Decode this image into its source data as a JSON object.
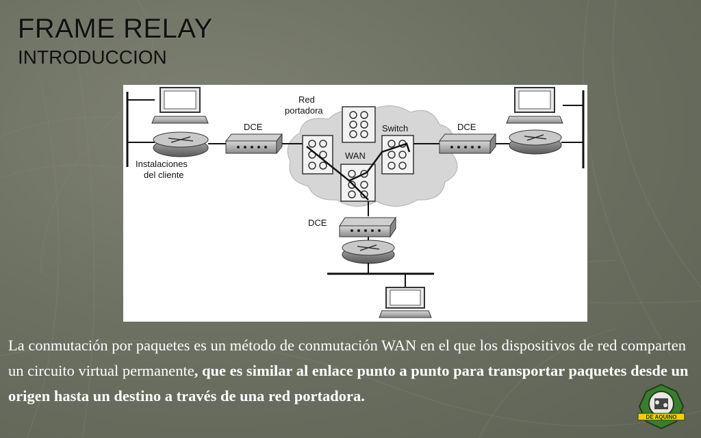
{
  "slide": {
    "title": "FRAME RELAY",
    "subtitle": "INTRODUCCION"
  },
  "diagram": {
    "carrier_label_line1": "Red",
    "carrier_label_line2": "portadora",
    "switch_label": "Switch",
    "wan_label": "WAN",
    "dce_left": "DCE",
    "dce_right": "DCE",
    "dce_bottom": "DCE",
    "client_label_line1": "Instalaciones",
    "client_label_line2": "del cliente"
  },
  "body": {
    "text_normal": "La conmutación por paquetes es un método de conmutación WAN en el que los dispositivos de red comparten un circuito virtual permanente",
    "text_bold": ", que es similar al enlace punto a punto para transportar paquetes desde un origen hasta un destino a través de una red portadora."
  },
  "logo": {
    "ribbon_text": "DE AQUINO"
  }
}
